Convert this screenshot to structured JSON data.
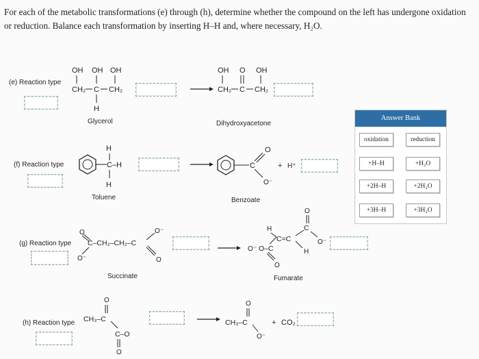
{
  "instruction": {
    "line1": "For each of the metabolic transformations (e) through (h), determine whether the compound on the left has undergone oxidation",
    "line2": "or reduction. Balance each transformation by inserting H–H and, where necessary, H₂O."
  },
  "reactions": {
    "e": {
      "label": "(e) Reaction type",
      "reactant": "Glycerol",
      "product": "Dihydroxyacetone"
    },
    "f": {
      "label": "(f) Reaction type",
      "reactant": "Toluene",
      "product": "Benzoate"
    },
    "g": {
      "label": "(g) Reaction type",
      "reactant": "Succinate",
      "product": "Fumarate"
    },
    "h": {
      "label": "(h) Reaction type"
    }
  },
  "structures": {
    "oh": "OH",
    "o": "O",
    "h": "H",
    "c": "C",
    "ch2": "CH₂",
    "ch3": "CH₃",
    "c_h": "C–H",
    "c_dash": "C–",
    "c_o_minus": "C–O",
    "o_minus": "O⁻",
    "o_c_dash": "O–C",
    "c_ch2_ch2_c": "C–CH₂–CH₂–C",
    "ch3_c_dash": "CH₃–C",
    "c_eq_c": "C=C",
    "plus": "+",
    "h_plus": "H⁺",
    "co2": "CO₂",
    "dbl": "||",
    "single": "|"
  },
  "answer_bank": {
    "title": "Answer Bank",
    "items": [
      "oxidation",
      "reduction",
      "+H–H",
      "+H₂O",
      "+2H–H",
      "+2H₂O",
      "+3H–H",
      "+3H₂O"
    ]
  }
}
